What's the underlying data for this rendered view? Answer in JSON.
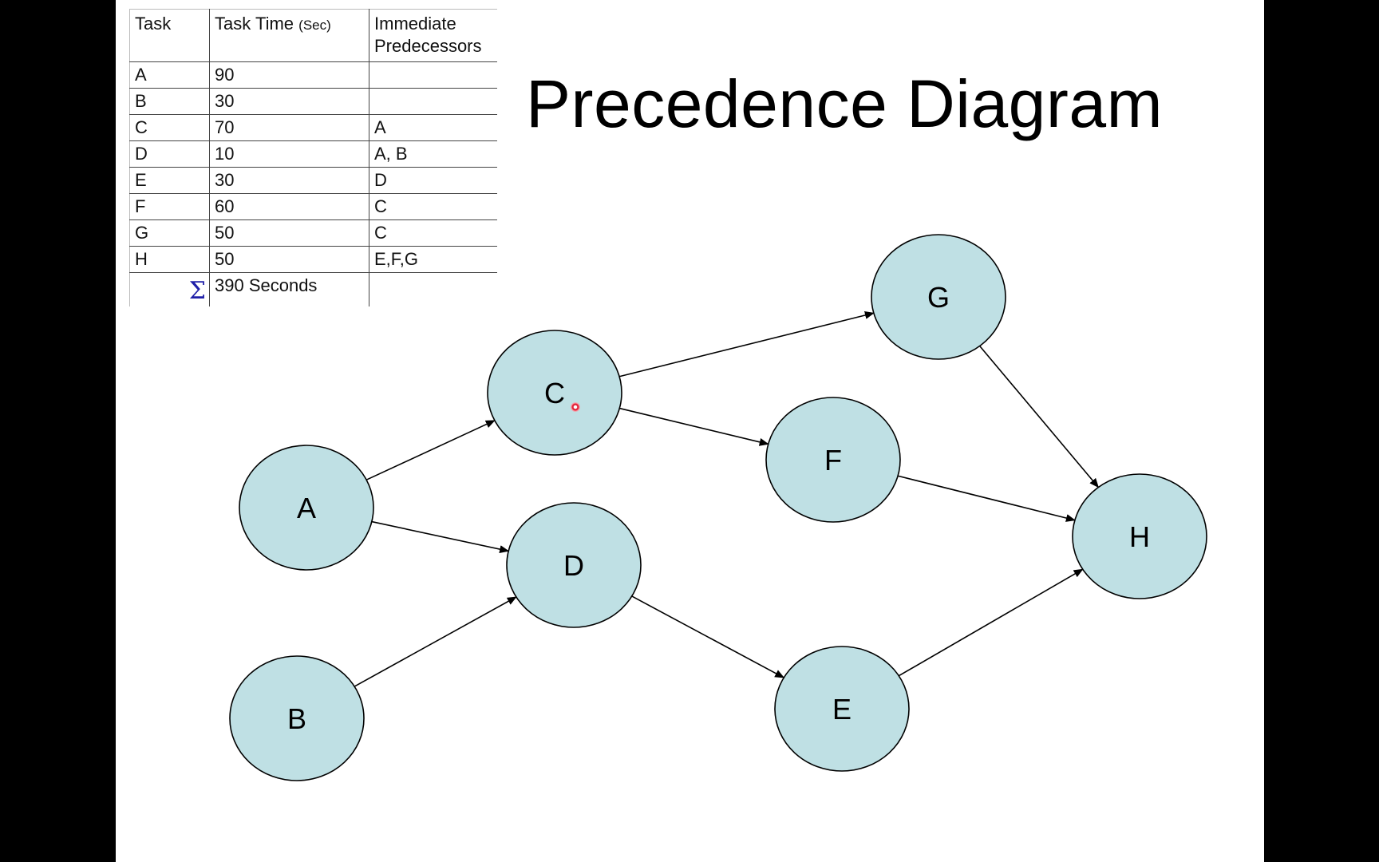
{
  "title": "Precedence Diagram",
  "table": {
    "headers": {
      "task": "Task",
      "time": "Task Time",
      "time_unit": "(Sec)",
      "pred_line1": "Immediate",
      "pred_line2": "Predecessors"
    },
    "rows": [
      {
        "task": "A",
        "time": "90",
        "pred": ""
      },
      {
        "task": "B",
        "time": "30",
        "pred": ""
      },
      {
        "task": "C",
        "time": "70",
        "pred": "A"
      },
      {
        "task": "D",
        "time": "10",
        "pred": "A, B"
      },
      {
        "task": "E",
        "time": "30",
        "pred": "D"
      },
      {
        "task": "F",
        "time": "60",
        "pred": "C"
      },
      {
        "task": "G",
        "time": "50",
        "pred": "C"
      },
      {
        "task": "H",
        "time": "50",
        "pred": "E,F,G"
      }
    ],
    "sum_symbol": "Σ",
    "sum_value": "390 Seconds"
  },
  "diagram": {
    "node_fill": "#bfe0e4",
    "nodes": [
      "A",
      "B",
      "C",
      "D",
      "E",
      "F",
      "G",
      "H"
    ],
    "edges": [
      [
        "A",
        "C"
      ],
      [
        "A",
        "D"
      ],
      [
        "B",
        "D"
      ],
      [
        "C",
        "G"
      ],
      [
        "C",
        "F"
      ],
      [
        "D",
        "E"
      ],
      [
        "G",
        "H"
      ],
      [
        "F",
        "H"
      ],
      [
        "E",
        "H"
      ]
    ]
  }
}
